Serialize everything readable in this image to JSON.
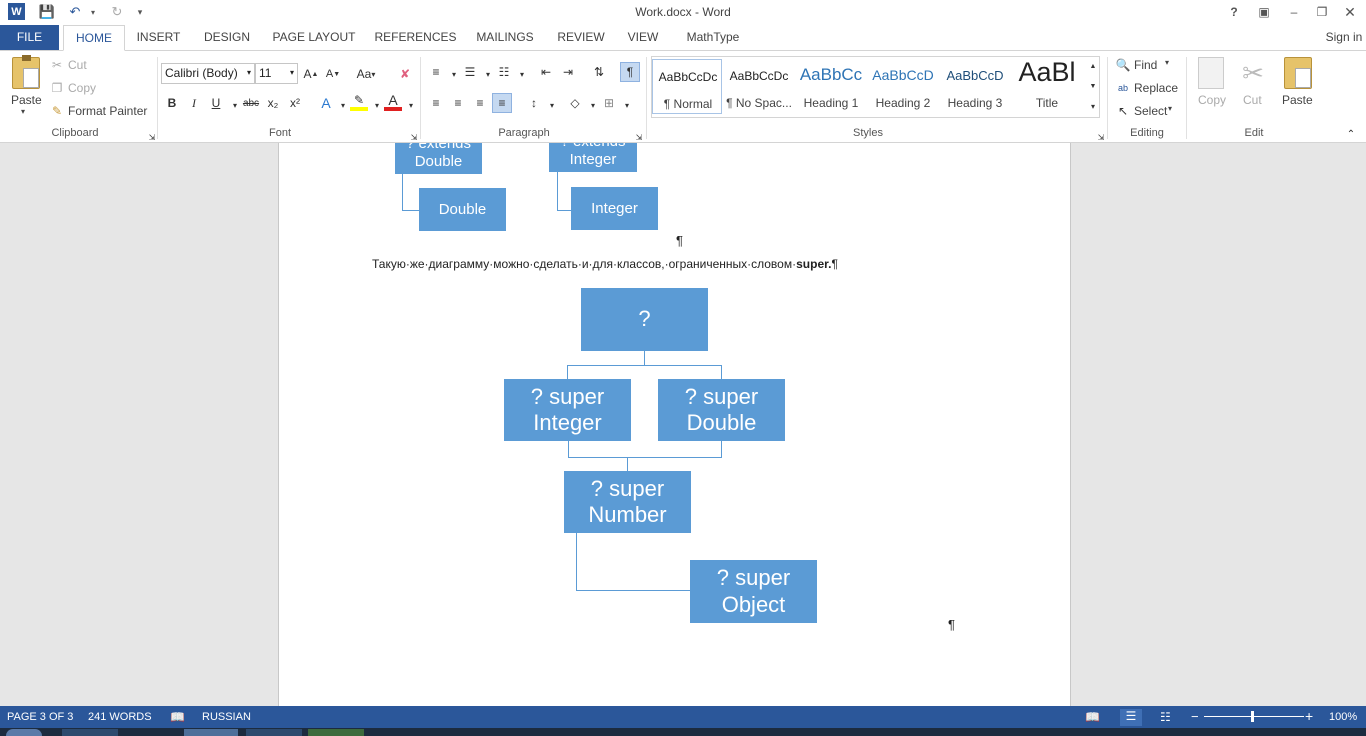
{
  "window": {
    "title": "Work.docx - Word",
    "help": "?",
    "sign_in": "Sign in"
  },
  "tabs": [
    "FILE",
    "HOME",
    "INSERT",
    "DESIGN",
    "PAGE LAYOUT",
    "REFERENCES",
    "MAILINGS",
    "REVIEW",
    "VIEW",
    "MathType"
  ],
  "ribbon": {
    "clipboard": {
      "label": "Clipboard",
      "paste": "Paste",
      "cut": "Cut",
      "copy": "Copy",
      "format_painter": "Format Painter"
    },
    "font": {
      "label": "Font",
      "font_name": "Calibri (Body)",
      "font_size": "11",
      "bold": "B",
      "italic": "I",
      "underline": "U",
      "strike": "abc",
      "subscript": "x₂",
      "superscript": "x²",
      "change_case": "Aa"
    },
    "paragraph": {
      "label": "Paragraph"
    },
    "styles": {
      "label": "Styles",
      "items": [
        {
          "sample": "AaBbCcDc",
          "name": "¶ Normal"
        },
        {
          "sample": "AaBbCcDc",
          "name": "¶ No Spac..."
        },
        {
          "sample": "AaBbCc",
          "name": "Heading 1"
        },
        {
          "sample": "AaBbCcD",
          "name": "Heading 2"
        },
        {
          "sample": "AaBbCcD",
          "name": "Heading 3"
        },
        {
          "sample": "AaBl",
          "name": "Title"
        }
      ]
    },
    "editing": {
      "label": "Editing",
      "find": "Find",
      "replace": "Replace",
      "select": "Select"
    },
    "edit": {
      "label": "Edit",
      "copy": "Copy",
      "cut": "Cut",
      "paste": "Paste"
    }
  },
  "document": {
    "top_nodes": [
      {
        "text": "? extends Double"
      },
      {
        "text": "? extends Integer"
      }
    ],
    "top_children": [
      "Double",
      "Integer"
    ],
    "paragraph_mark": "¶",
    "sentence_prefix": "Такую·же·диаграмму·можно·сделать·и·для·классов,·ограниченных·словом·",
    "sentence_bold": "super.",
    "diagram": {
      "root": "?",
      "super_integer": [
        "? super",
        "Integer"
      ],
      "super_double": [
        "? super",
        "Double"
      ],
      "super_number": [
        "? super",
        "Number"
      ],
      "super_object": [
        "? super",
        "Object"
      ]
    }
  },
  "status": {
    "page": "PAGE 3 OF 3",
    "words": "241 WORDS",
    "language": "RUSSIAN",
    "zoom": "100%",
    "zoom_minus": "−",
    "zoom_plus": "+"
  },
  "colors": {
    "accent": "#2b579a",
    "node": "#5b9bd5"
  }
}
